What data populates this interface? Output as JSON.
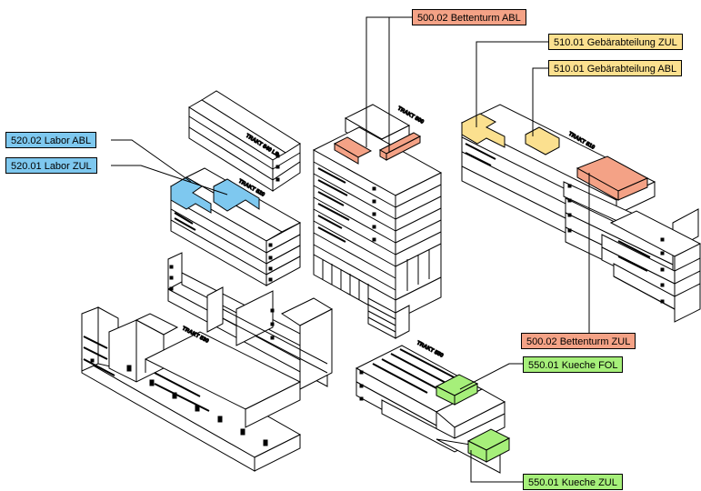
{
  "colors": {
    "red": "#f4a286",
    "yellow": "#fbe08f",
    "blue": "#7ec8ef",
    "green": "#a6ef7a",
    "outline": "#000000"
  },
  "callouts": {
    "bettenturm_abl": "500.02 Bettenturm ABL",
    "gebaer_zul": "510.01 Gebärabteilung ZUL",
    "gebaer_abl": "510.01 Gebärabteilung ABL",
    "labor_abl": "520.02 Labor ABL",
    "labor_zul": "520.01 Labor ZUL",
    "bettenturm_zul": "500.02 Bettenturm ZUL",
    "kueche_fol": "550.01 Kueche FOL",
    "kueche_zul": "550.01 Kueche ZUL"
  },
  "trakt_labels": {
    "t540": "TRAKT 540 LS",
    "t500": "TRAKT 500",
    "t510": "TRAKT 510",
    "t520": "TRAKT 520",
    "t530": "TRAKT 530",
    "t550": "TRAKT 550"
  }
}
